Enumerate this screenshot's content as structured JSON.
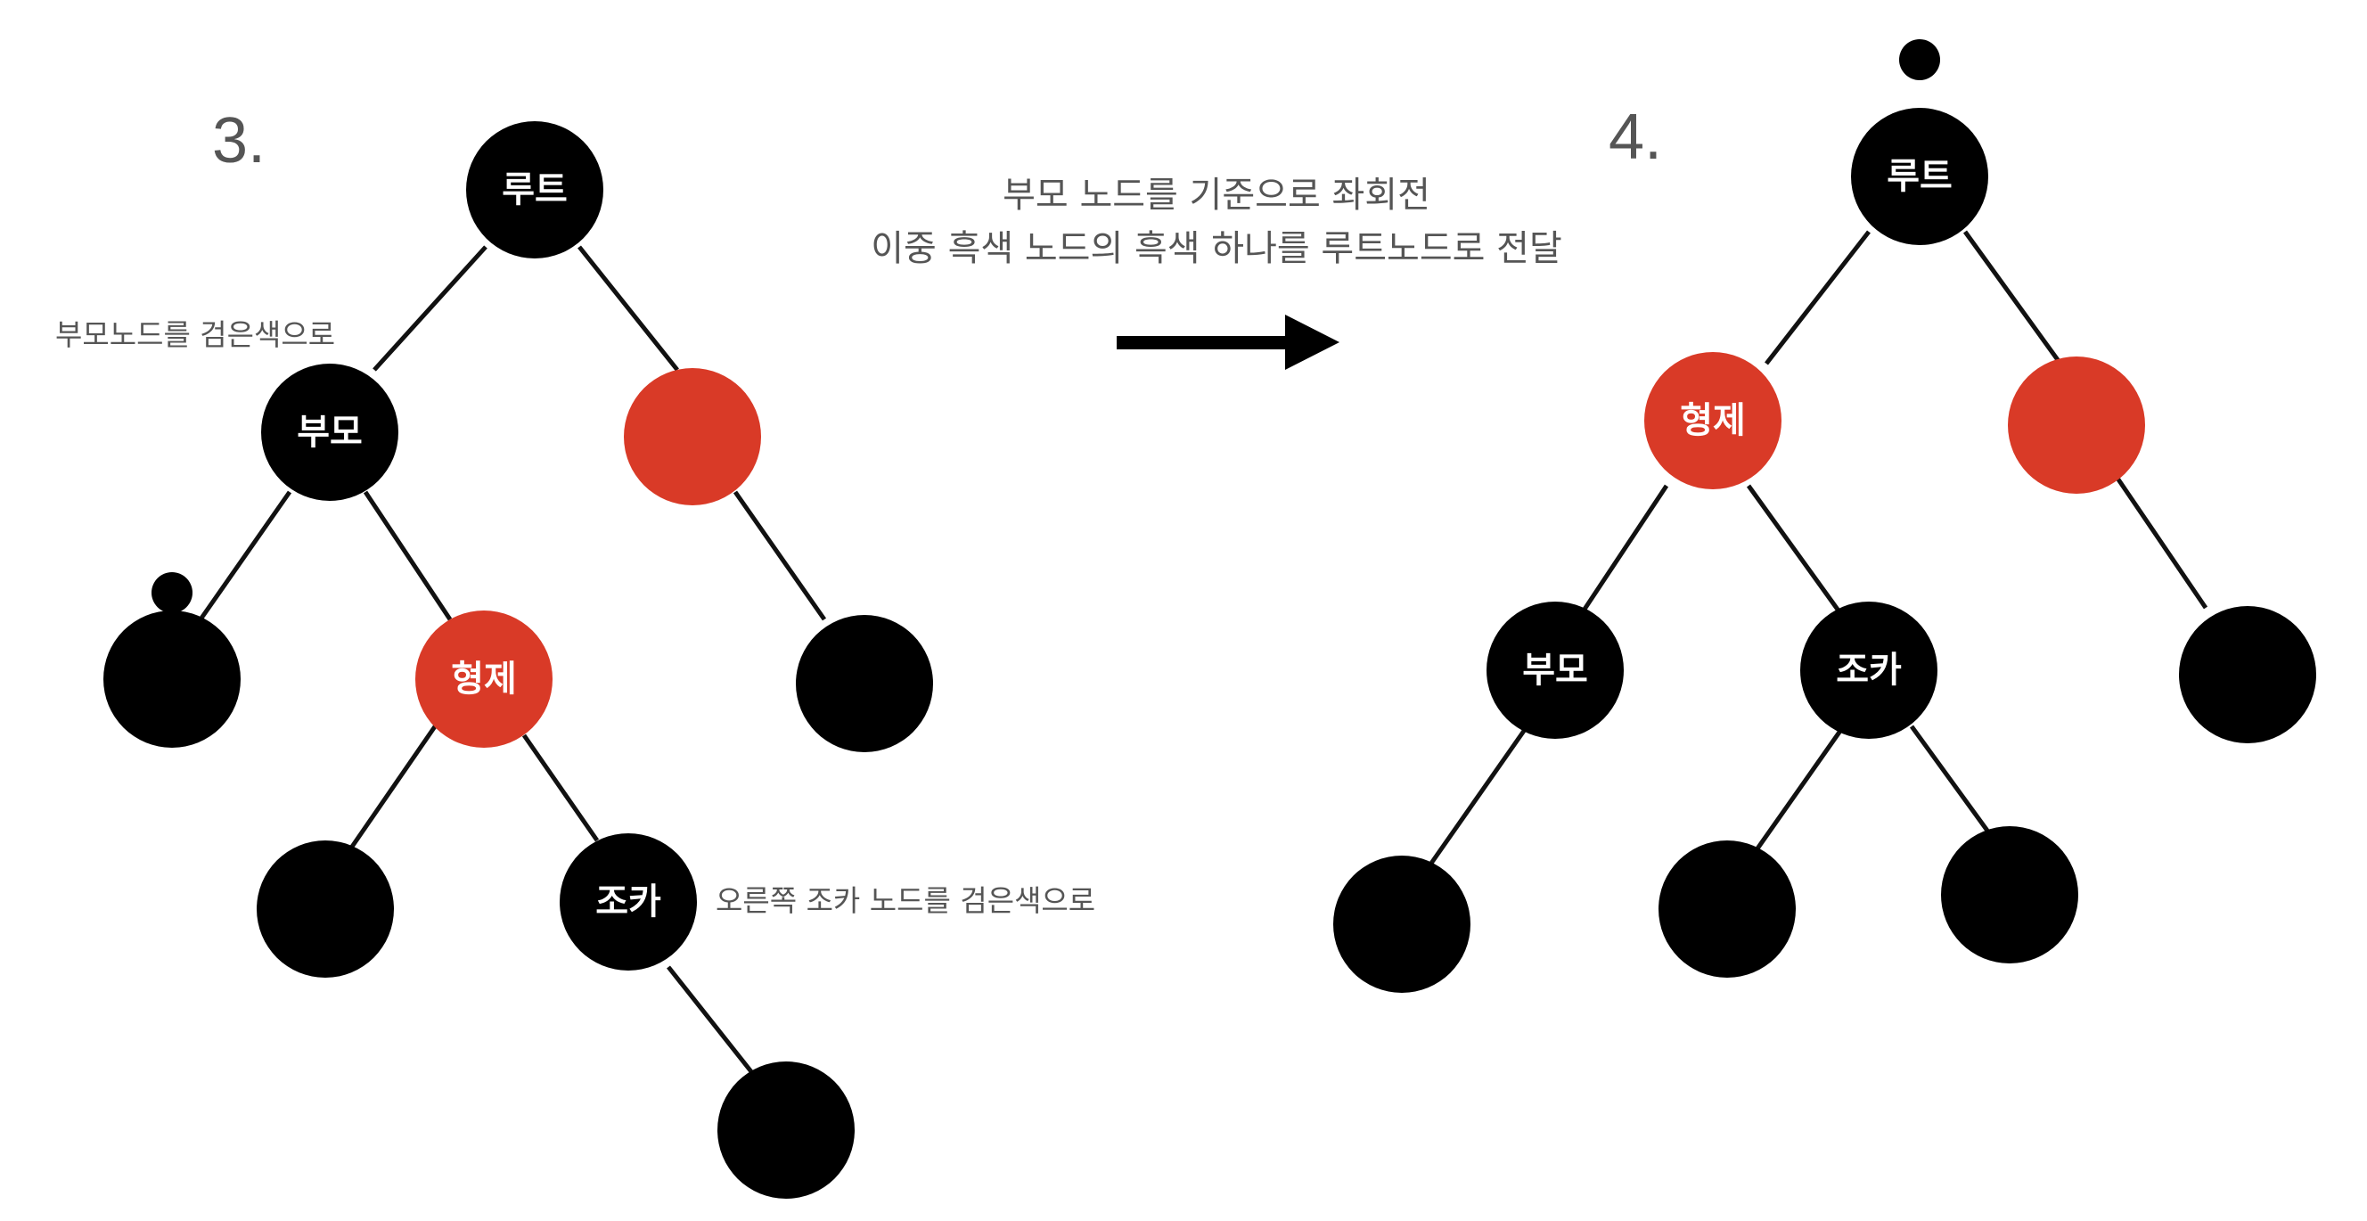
{
  "colors": {
    "black_node": "#000000",
    "red_node": "#d93a27",
    "node_text": "#ffffff",
    "edge": "#111111",
    "label_text": "#555555",
    "arrow": "#000000"
  },
  "left_panel": {
    "step_label": "3.",
    "annotation_parent": "부모노드를 검은색으로",
    "annotation_nephew": "오른쪽 조카 노드를 검은색으로",
    "nodes": {
      "root": {
        "label": "루트",
        "color": "black"
      },
      "parent": {
        "label": "부모",
        "color": "black"
      },
      "uncle": {
        "label": "",
        "color": "red"
      },
      "double_black": {
        "label": "",
        "color": "black",
        "extra_black": true
      },
      "sibling": {
        "label": "형제",
        "color": "red"
      },
      "uncle_child": {
        "label": "",
        "color": "black"
      },
      "sibling_left": {
        "label": "",
        "color": "black"
      },
      "nephew": {
        "label": "조카",
        "color": "black"
      },
      "nephew_child": {
        "label": "",
        "color": "black"
      }
    }
  },
  "caption": {
    "line1": "부모 노드를 기준으로 좌회전",
    "line2": "이중 흑색 노드의 흑색 하나를 루트노드로 전달"
  },
  "right_panel": {
    "step_label": "4.",
    "nodes": {
      "root": {
        "label": "루트",
        "color": "black",
        "extra_black": true
      },
      "sibling": {
        "label": "형제",
        "color": "red"
      },
      "uncle": {
        "label": "",
        "color": "red"
      },
      "parent": {
        "label": "부모",
        "color": "black"
      },
      "nephew": {
        "label": "조카",
        "color": "black"
      },
      "uncle_child": {
        "label": "",
        "color": "black"
      },
      "parent_child": {
        "label": "",
        "color": "black"
      },
      "nephew_left": {
        "label": "",
        "color": "black"
      },
      "nephew_right": {
        "label": "",
        "color": "black"
      }
    }
  }
}
